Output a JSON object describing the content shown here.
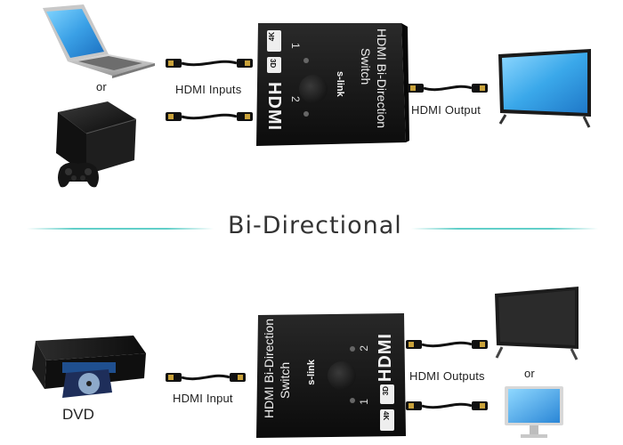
{
  "top": {
    "or_label": "or",
    "inputs_label": "HDMI Inputs",
    "output_label": "HDMI Output",
    "switch": {
      "title_line1": "HDMI Bi-Direction",
      "title_line2": "Switch",
      "brand": "s-link",
      "port1": "1",
      "port2": "2",
      "badge_4k": "4K",
      "badge_3d": "3D",
      "logo": "HDMI"
    }
  },
  "middle": {
    "heading": "Bi-Directional"
  },
  "bottom": {
    "source_label": "DVD",
    "input_label": "HDMI Input",
    "outputs_label": "HDMI Outputs",
    "or_label": "or",
    "switch": {
      "title_line1": "HDMI Bi-Direction",
      "title_line2": "Switch",
      "brand": "s-link",
      "port1": "1",
      "port2": "2",
      "badge_4k": "4K",
      "badge_3d": "3D",
      "logo": "HDMI"
    }
  },
  "colors": {
    "accent_line": "#62cfc9",
    "device_black": "#161616",
    "screen_blue": "#38a9e8",
    "cable_black": "#111111",
    "connector_gold": "#c9a23a"
  },
  "icons": [
    "laptop-icon",
    "game-console-icon",
    "gamepad-icon",
    "tv-icon",
    "monitor-icon",
    "dvd-player-icon",
    "hdmi-cable-icon"
  ]
}
